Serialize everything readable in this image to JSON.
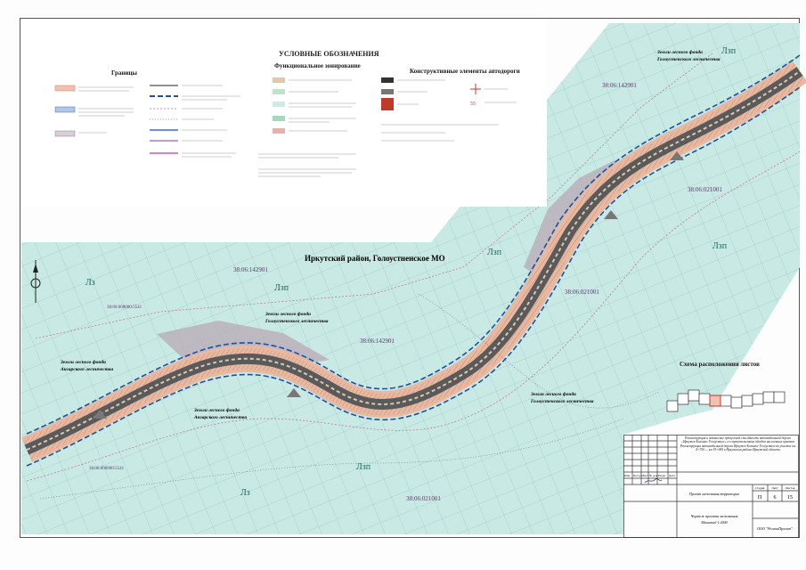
{
  "legend": {
    "title": "УСЛОВНЫЕ ОБОЗНАЧЕНИЯ",
    "boundaries_title": "Границы",
    "zoning_title": "Функциональное зонирование",
    "road_title": "Конструктивные элементы автодороги"
  },
  "map": {
    "district_label": "Иркутский район, Голоустненское МО",
    "zone_lzp": "Лзп",
    "zone_lz": "Лз",
    "cadastral": [
      "38:06:142901",
      "38:06:021001",
      "38:06:000000:5541"
    ],
    "forest_1": [
      "Земли лесного фонда",
      "Голоустенского лесничества"
    ],
    "forest_2": [
      "Земли лесного фонда",
      "Ангарского лесничества"
    ]
  },
  "scheme": {
    "title": "Схема расположения листов"
  },
  "stamp": {
    "title_1": "Реконструкция и повышение пропускной способности автомобильной дороги «Иркутск-Большое Голоустное» со строительством обходов населенных пунктов",
    "title_2": "Реконструкция автомобильной дороги Иркутск-Большое Голоустное на участке км 4+700 — км 19+000 в Иркутском районе Иркутской области",
    "col_headers": [
      "Изм",
      "Кол.уч",
      "Лист",
      "№ док",
      "Подп.",
      "Дата"
    ],
    "project_name": "Проект межевания территории",
    "stage_header": "Стадия",
    "sheet_header": "Лист",
    "sheets_header": "Листов",
    "stage": "П",
    "sheet": "6",
    "sheets": "15",
    "drawing_name": "Чертеж проекта межевания",
    "scale": "Масштаб 1:2000",
    "company": "ООО \"РегионПроект\""
  }
}
